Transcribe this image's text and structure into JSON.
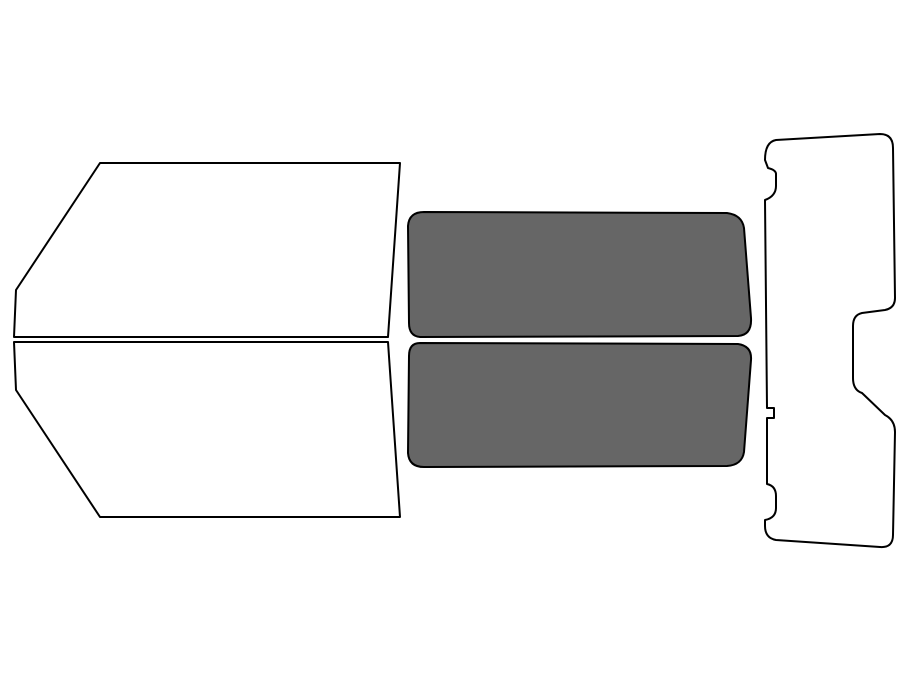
{
  "colors": {
    "background": "#ffffff",
    "outline": "#000000",
    "tint_fill": "#666666",
    "clear_fill": "#ffffff"
  },
  "panels": [
    {
      "name": "front-left-door-window",
      "tinted": false
    },
    {
      "name": "front-right-door-window",
      "tinted": false
    },
    {
      "name": "rear-left-side-window",
      "tinted": true
    },
    {
      "name": "rear-right-side-window",
      "tinted": true
    },
    {
      "name": "rear-windshield",
      "tinted": false
    }
  ]
}
